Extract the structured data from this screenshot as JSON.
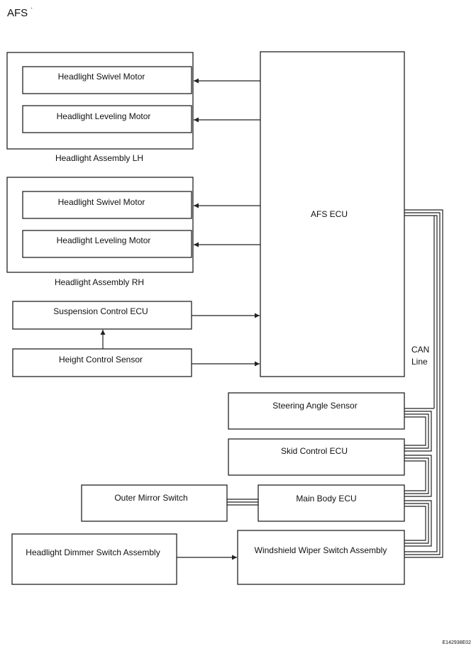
{
  "title": "AFS",
  "footer_code": "E142938E02",
  "assemblies": {
    "lh": {
      "label": "Headlight Assembly LH",
      "swivel": "Headlight Swivel Motor",
      "leveling": "Headlight Leveling Motor"
    },
    "rh": {
      "label": "Headlight Assembly RH",
      "swivel": "Headlight Swivel Motor",
      "leveling": "Headlight Leveling Motor"
    }
  },
  "ecu": {
    "label": "AFS ECU"
  },
  "sensors": {
    "suspension": "Suspension Control ECU",
    "height": "Height Control Sensor"
  },
  "can": {
    "line1": "CAN",
    "line2": "Line"
  },
  "bus_nodes": {
    "steering": "Steering Angle Sensor",
    "skid": "Skid Control ECU",
    "main_body": "Main Body ECU",
    "wiper": "Windshield Wiper Switch Assembly"
  },
  "switches": {
    "mirror": "Outer Mirror Switch",
    "dimmer": "Headlight Dimmer Switch Assembly"
  }
}
